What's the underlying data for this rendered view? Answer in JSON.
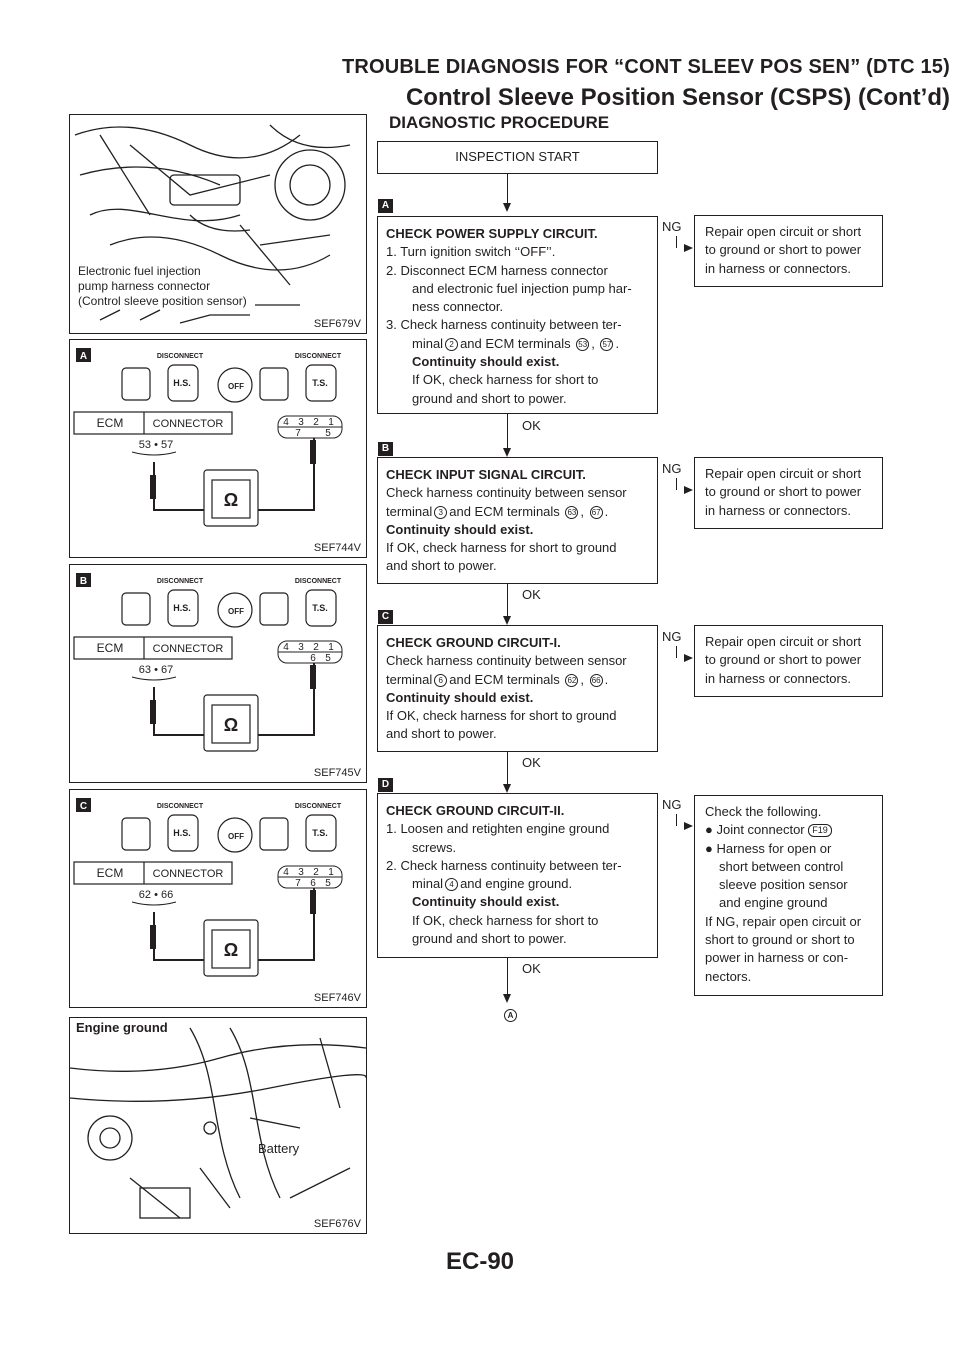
{
  "header": {
    "line1": "TROUBLE DIAGNOSIS FOR “CONT SLEEV POS SEN” (DTC 15)",
    "line2": "Control Sleeve Position Sensor (CSPS) (Cont’d)"
  },
  "section_title": "DIAGNOSTIC PROCEDURE",
  "figures": [
    {
      "id": "SEF679V",
      "text": [
        "Electronic fuel injection",
        "pump harness connector",
        "(Control sleeve position sensor)"
      ]
    },
    {
      "id": "SEF744V",
      "badge": "A",
      "ecm": "ECM",
      "connector": "CONNECTOR",
      "pins": "53 • 57",
      "hs": "H.S.",
      "ts": "T.S.",
      "disconnect": "DISCONNECT",
      "off": "OFF",
      "ohm": "Ω",
      "grid_top": [
        "4",
        "3",
        "2",
        "1"
      ],
      "grid_bot": [
        "7",
        "",
        "5"
      ]
    },
    {
      "id": "SEF745V",
      "badge": "B",
      "ecm": "ECM",
      "connector": "CONNECTOR",
      "pins": "63 • 67",
      "hs": "H.S.",
      "ts": "T.S.",
      "disconnect": "DISCONNECT",
      "off": "OFF",
      "ohm": "Ω",
      "grid_top": [
        "4",
        "3",
        "2",
        "1"
      ],
      "grid_bot": [
        "",
        "6",
        "5"
      ]
    },
    {
      "id": "SEF746V",
      "badge": "C",
      "ecm": "ECM",
      "connector": "CONNECTOR",
      "pins": "62 • 66",
      "hs": "H.S.",
      "ts": "T.S.",
      "disconnect": "DISCONNECT",
      "off": "OFF",
      "ohm": "Ω",
      "grid_top": [
        "4",
        "3",
        "2",
        "1"
      ],
      "grid_bot": [
        "7",
        "6",
        "5"
      ]
    },
    {
      "id": "SEF676V",
      "text": [
        "Engine ground",
        "Battery"
      ]
    }
  ],
  "flow": {
    "start": "INSPECTION START",
    "ok": "OK",
    "ng": "NG",
    "repair": "Repair open circuit or short to ground or short to power in harness or connectors.",
    "steps": [
      {
        "badge": "A",
        "title": "CHECK POWER SUPPLY CIRCUIT.",
        "l1": "1. Turn ignition switch ‘‘OFF’’.",
        "l2a": "2. Disconnect ECM harness connector",
        "l2b": "and electronic fuel injection pump har-",
        "l2c": "ness connector.",
        "l3a": "3. Check harness continuity between ter-",
        "l3b": "minal",
        "t": "2",
        "mid": "and ECM terminals",
        "e1": "53",
        "e2": "57",
        "cont": "Continuity should exist.",
        "ifok1": "If OK, check harness for short to",
        "ifok2": "ground and short to power."
      },
      {
        "badge": "B",
        "title": "CHECK INPUT SIGNAL CIRCUIT.",
        "l1": "Check harness continuity between sensor",
        "l2": "terminal",
        "t": "3",
        "mid": "and ECM terminals",
        "e1": "63",
        "e2": "67",
        "cont": "Continuity should exist.",
        "ifok1": "If OK, check harness for short to ground",
        "ifok2": "and short to power."
      },
      {
        "badge": "C",
        "title": "CHECK GROUND CIRCUIT-I.",
        "l1": "Check harness continuity between sensor",
        "l2": "terminal",
        "t": "6",
        "mid": "and ECM terminals",
        "e1": "62",
        "e2": "66",
        "cont": "Continuity should exist.",
        "ifok1": "If OK, check harness for short to ground",
        "ifok2": "and short to power."
      },
      {
        "badge": "D",
        "title": "CHECK GROUND CIRCUIT-II.",
        "l1a": "1. Loosen and retighten engine ground",
        "l1b": "screws.",
        "l2a": "2. Check harness continuity between ter-",
        "l2b": "minal",
        "t": "4",
        "mid": "and engine ground.",
        "cont": "Continuity should exist.",
        "ifok1": "If OK, check harness for short to",
        "ifok2": "ground and short to power."
      }
    ],
    "check4": {
      "l1": "Check the following.",
      "b1": "Joint connector",
      "f": "F19",
      "b2a": "Harness for open or",
      "b2b": "short between control",
      "b2c": "sleeve position sensor",
      "b2d": "and engine ground",
      "n1": "If NG, repair open circuit or",
      "n2": "short to ground or short to",
      "n3": "power in harness or con-",
      "n4": "nectors."
    },
    "end_badge": "A"
  },
  "page_number": "EC-90"
}
